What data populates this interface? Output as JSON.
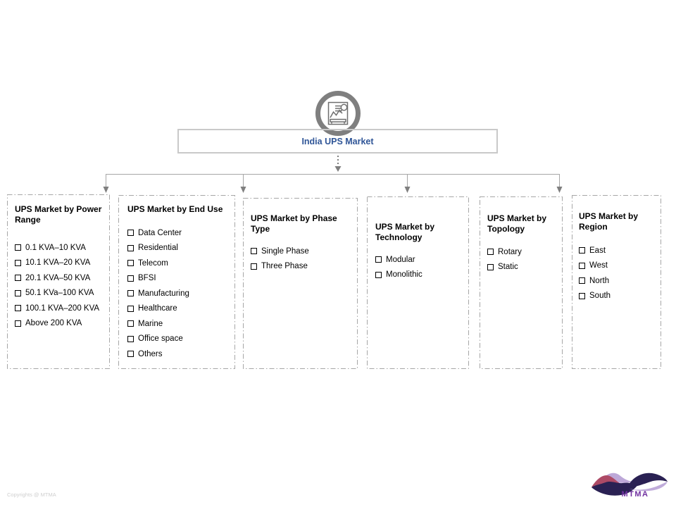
{
  "root": {
    "label": "India UPS Market"
  },
  "branches": [
    {
      "title": "UPS Market by Power Range",
      "items": [
        "0.1 KVA–10 KVA",
        "10.1 KVA–20 KVA",
        "20.1 KVA–50 KVA",
        "50.1 KVa–100 KVA",
        "100.1 KVA–200 KVA",
        "Above 200 KVA"
      ]
    },
    {
      "title": "UPS Market by End Use",
      "items": [
        "Data Center",
        "Residential",
        "Telecom",
        "BFSI",
        "Manufacturing",
        "Healthcare",
        "Marine",
        "Office space",
        "Others"
      ]
    },
    {
      "title": "UPS Market by Phase Type",
      "items": [
        "Single Phase",
        "Three Phase"
      ]
    },
    {
      "title": "UPS Market by Technology",
      "items": [
        "Modular",
        "Monolithic"
      ]
    },
    {
      "title": "UPS Market by Topology",
      "items": [
        "Rotary",
        "Static"
      ]
    },
    {
      "title": "UPS Market by Region",
      "items": [
        "East",
        "West",
        "North",
        "South"
      ]
    }
  ],
  "footer": {
    "copyright": "Copyrights @ MTMA",
    "logo_text": "MTMA"
  },
  "colors": {
    "root_text": "#2F5597",
    "root_border": "#C9C9C9",
    "box_border": "#A6A6A6",
    "connector": "#A6A6A6",
    "arrowhead": "#7F7F7F",
    "icon_ring": "#7F7F7F",
    "logo_navy": "#2A2153",
    "logo_rose": "#AD4A66",
    "logo_lavender": "#B9A3D6",
    "logo_text": "#7030A0"
  }
}
